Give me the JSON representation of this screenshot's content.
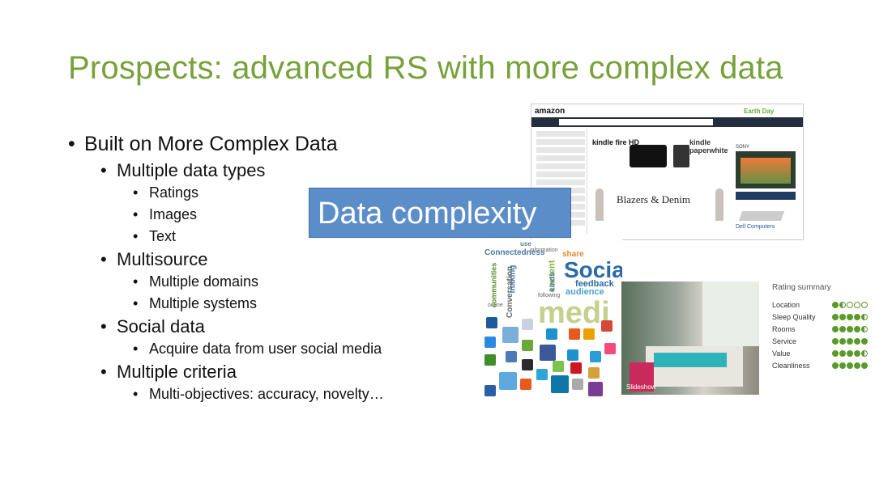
{
  "title": "Prospects: advanced RS with more complex data",
  "bullets": {
    "l1_a": "Built on More Complex Data",
    "l2_a": "Multiple data types",
    "l3_a": "Ratings",
    "l3_b": "Images",
    "l3_c": "Text",
    "l2_b": "Multisource",
    "l3_d": "Multiple domains",
    "l3_e": "Multiple systems",
    "l2_c": "Social data",
    "l3_f": "Acquire data from user social media",
    "l2_d": "Multiple criteria",
    "l3_g": "Multi-objectives:  accuracy, novelty…"
  },
  "bullet_char": "•",
  "callout": "Data complexity",
  "amazon": {
    "logo": "amazon",
    "kindle_fire": "kindle fire HD",
    "kindle_pw": "kindle paperwhite",
    "blazers": "Blazers & Denim",
    "sony": "SONY",
    "earth_day": "Earth Day",
    "dell": "Dell Computers"
  },
  "cloud": {
    "social": "Social",
    "media": "medi",
    "feedback": "feedback",
    "audience": "audience",
    "conversation": "Conversation",
    "connectedness": "Connectedness",
    "content": "content",
    "kinds": "kinds",
    "making": "making",
    "share": "share",
    "use": "use",
    "information": "information",
    "communities": "communities",
    "online": "online",
    "following": "following"
  },
  "hotel": {
    "slideshow": "Slideshow"
  },
  "rating_summary": {
    "title": "Rating summary",
    "rows": [
      {
        "label": "Location",
        "score": 1.5
      },
      {
        "label": "Sleep Quality",
        "score": 4.5
      },
      {
        "label": "Rooms",
        "score": 4.5
      },
      {
        "label": "Service",
        "score": 5
      },
      {
        "label": "Value",
        "score": 4.5
      },
      {
        "label": "Cleanliness",
        "score": 5
      }
    ]
  }
}
